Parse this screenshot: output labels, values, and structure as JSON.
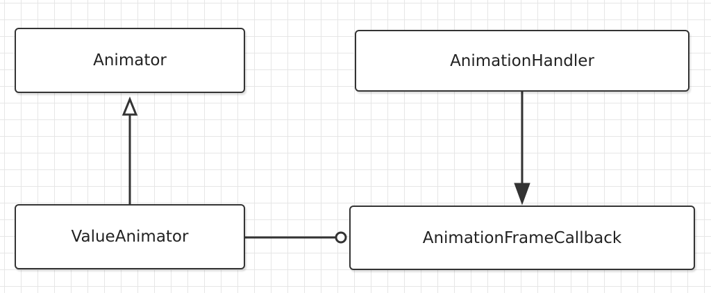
{
  "diagram": {
    "nodes": {
      "animator": {
        "label": "Animator"
      },
      "animation_handler": {
        "label": "AnimationHandler"
      },
      "value_animator": {
        "label": "ValueAnimator"
      },
      "animation_frame_callback": {
        "label": "AnimationFrameCallback"
      }
    },
    "edges": [
      {
        "from": "ValueAnimator",
        "to": "Animator",
        "type": "generalization"
      },
      {
        "from": "AnimationHandler",
        "to": "AnimationFrameCallback",
        "type": "association"
      },
      {
        "from": "ValueAnimator",
        "to": "AnimationFrameCallback",
        "type": "interface-lollipop"
      }
    ],
    "colors": {
      "line": "#333333",
      "grid": "#e6e6e6",
      "box_fill": "#ffffff"
    }
  }
}
